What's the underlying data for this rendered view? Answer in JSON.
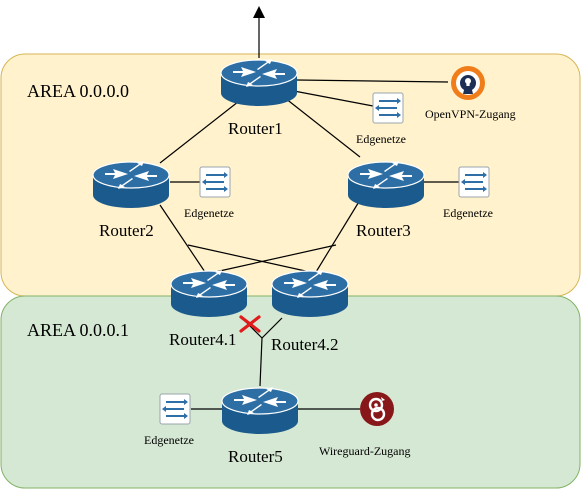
{
  "areas": {
    "area0": {
      "label": "AREA 0.0.0.0",
      "fill": "#fff2cc",
      "stroke": "#d6b656"
    },
    "area1": {
      "label": "AREA 0.0.0.1",
      "fill": "#d5e8d4",
      "stroke": "#82b366"
    }
  },
  "routers": {
    "router1": "Router1",
    "router2": "Router2",
    "router3": "Router3",
    "router41": "Router4.1",
    "router42": "Router4.2",
    "router5": "Router5"
  },
  "edge_labels": {
    "edge_r1": "Edgenetze",
    "edge_r2": "Edgenetze",
    "edge_r3": "Edgenetze",
    "edge_r5": "Edgenetze"
  },
  "access": {
    "openvpn": "OpenVPN-Zugang",
    "wireguard": "Wireguard-Zugang"
  },
  "colors": {
    "router_top": "#2d6fa5",
    "router_body": "#1b5a8c",
    "switch": "#2f6fa8",
    "openvpn_ring": "#f07c1a",
    "wireguard": "#88171a",
    "failed_link": "#e01b1b"
  },
  "icons": {
    "router": "router-icon",
    "switch": "switch-icon",
    "openvpn": "openvpn-icon",
    "wireguard": "wireguard-icon",
    "failure": "x-mark-icon",
    "uplink": "arrow-up-icon"
  }
}
